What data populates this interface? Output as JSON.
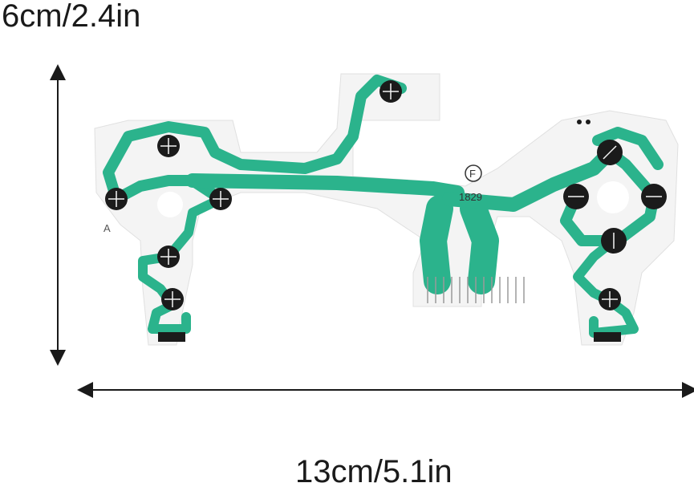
{
  "dimensions": {
    "height_label": "6cm/2.4in",
    "width_label": "13cm/5.1in"
  },
  "board": {
    "corner_letter": "A",
    "date_code": "1829",
    "manufacturer_mark": "F"
  },
  "colors": {
    "substrate": "#f4f4f4",
    "trace": "#2bb38c",
    "contact_pad": "#1b1b1b",
    "arrow": "#1a1a1a"
  }
}
